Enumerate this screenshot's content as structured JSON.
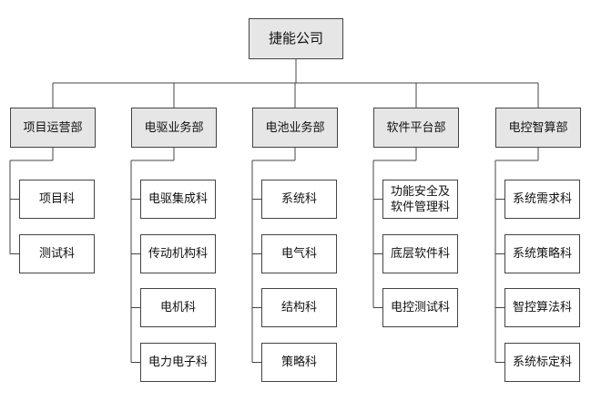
{
  "org": {
    "root": "捷能公司",
    "departments": [
      {
        "name": "项目运营部",
        "sections": [
          "项目科",
          "测试科"
        ]
      },
      {
        "name": "电驱业务部",
        "sections": [
          "电驱集成科",
          "传动机构科",
          "电机科",
          "电力电子科"
        ]
      },
      {
        "name": "电池业务部",
        "sections": [
          "系统科",
          "电气科",
          "结构科",
          "策略科"
        ]
      },
      {
        "name": "软件平台部",
        "sections": [
          "功能安全及\n软件管理科",
          "底层软件科",
          "电控测试科"
        ]
      },
      {
        "name": "电控智算部",
        "sections": [
          "系统需求科",
          "系统策略科",
          "智控算法科",
          "系统标定科"
        ]
      }
    ]
  },
  "colors": {
    "box_fill": "#e6e6e6",
    "line": "#444444"
  }
}
